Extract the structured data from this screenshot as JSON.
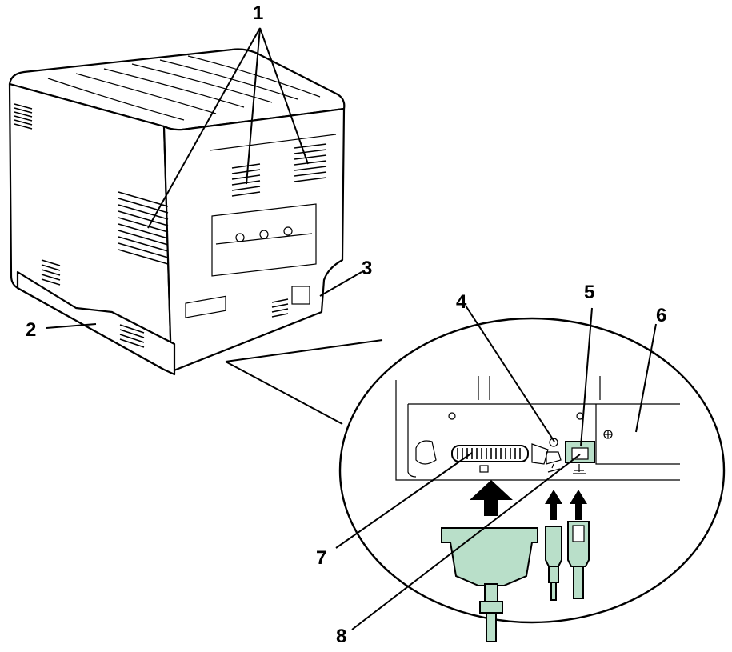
{
  "callouts": [
    {
      "id": "1",
      "label": "1"
    },
    {
      "id": "2",
      "label": "2"
    },
    {
      "id": "3",
      "label": "3"
    },
    {
      "id": "4",
      "label": "4"
    },
    {
      "id": "5",
      "label": "5"
    },
    {
      "id": "6",
      "label": "6"
    },
    {
      "id": "7",
      "label": "7"
    },
    {
      "id": "8",
      "label": "8"
    }
  ],
  "colors": {
    "cable_fill": "#b9dfc9",
    "line": "#000000",
    "background": "#ffffff"
  },
  "icons": [
    "printer-rear-view",
    "magnified-port-panel",
    "parallel-connector",
    "usb-connector",
    "ethernet-connector",
    "insert-arrow"
  ]
}
